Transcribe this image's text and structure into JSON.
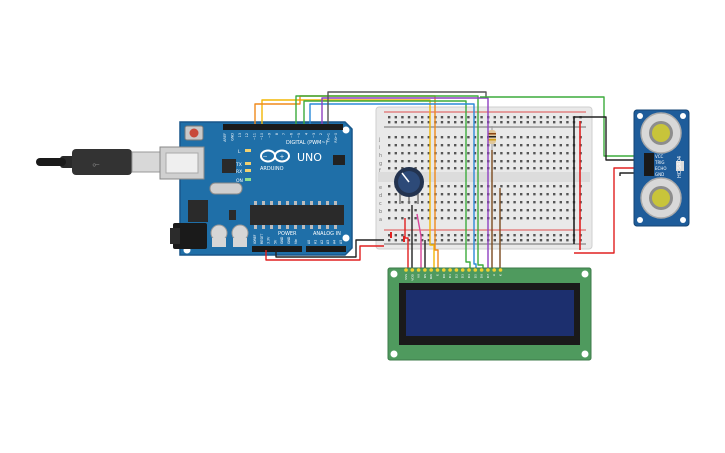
{
  "arduino": {
    "brand": "ARDUINO",
    "model": "UNO",
    "digital_header": "DIGITAL (PWM~)",
    "power_header": "POWER",
    "analog_header": "ANALOG IN",
    "led_l": "L",
    "led_tx": "TX",
    "led_rx": "RX",
    "led_on": "ON",
    "digital_pins": [
      "AREF",
      "GND",
      "13",
      "12",
      "~11",
      "~10",
      "~9",
      "8",
      "7",
      "~6",
      "~5",
      "4",
      "~3",
      "2",
      "TX→1",
      "RX←0"
    ],
    "power_pins": [
      "IOREF",
      "RESET",
      "3.3V",
      "5V",
      "GND",
      "GND",
      "Vin"
    ],
    "analog_pins": [
      "A0",
      "A1",
      "A2",
      "A3",
      "A4",
      "A5"
    ],
    "board_color": "#1f6fa8"
  },
  "breadboard": {
    "row_letters_top": [
      "j",
      "i",
      "h",
      "g",
      "f"
    ],
    "row_letters_bottom": [
      "e",
      "d",
      "c",
      "b",
      "a"
    ],
    "rail_color_plus": "#d33b3b",
    "rail_color_minus": "#333333"
  },
  "sensor": {
    "model": "HC-SR04",
    "pins": [
      "VCC",
      "TRIG",
      "ECHO",
      "GND"
    ],
    "board_color": "#1e5c9a"
  },
  "lcd": {
    "screen_color": "#1c2f6e",
    "pcb_color": "#4f9a5e",
    "pins": [
      "VSS",
      "VDD",
      "V0",
      "RS",
      "RW",
      "E",
      "D0",
      "D1",
      "D2",
      "D3",
      "D4",
      "D5",
      "D6",
      "D7",
      "A",
      "K"
    ]
  },
  "wire_colors": {
    "red": "#e02020",
    "black": "#222222",
    "yellow": "#f2b705",
    "orange": "#f08a1c",
    "green": "#3cab3c",
    "blue": "#2b8ad8",
    "purple": "#8e3fc1",
    "brown": "#7a4a1e",
    "pink": "#d9459a",
    "teal": "#2fb3b3"
  }
}
